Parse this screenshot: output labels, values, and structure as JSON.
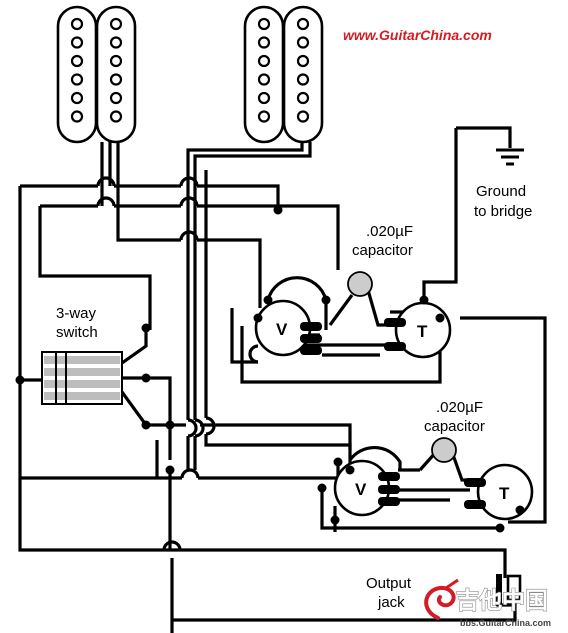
{
  "brand_url": "www.GuitarChina.com",
  "labels": {
    "switch": [
      "3-way",
      "switch"
    ],
    "ground": [
      "Ground",
      "to bridge"
    ],
    "cap_upper": [
      ".020µF",
      "capacitor"
    ],
    "cap_lower": [
      ".020µF",
      "capacitor"
    ],
    "output": [
      "Output",
      "jack"
    ]
  },
  "pots": {
    "upper_volume": "V",
    "upper_tone": "T",
    "lower_volume": "V",
    "lower_tone": "T"
  },
  "watermark": {
    "chinese": "吉他中国",
    "url": "bbs.GuitarChina.com",
    "logo_icon": "guitar-swirl-logo"
  },
  "colors": {
    "brand": "#d41c24",
    "wire": "#000000",
    "capacitor": "#cccccc",
    "switch_blades": "#bdbdbd"
  }
}
